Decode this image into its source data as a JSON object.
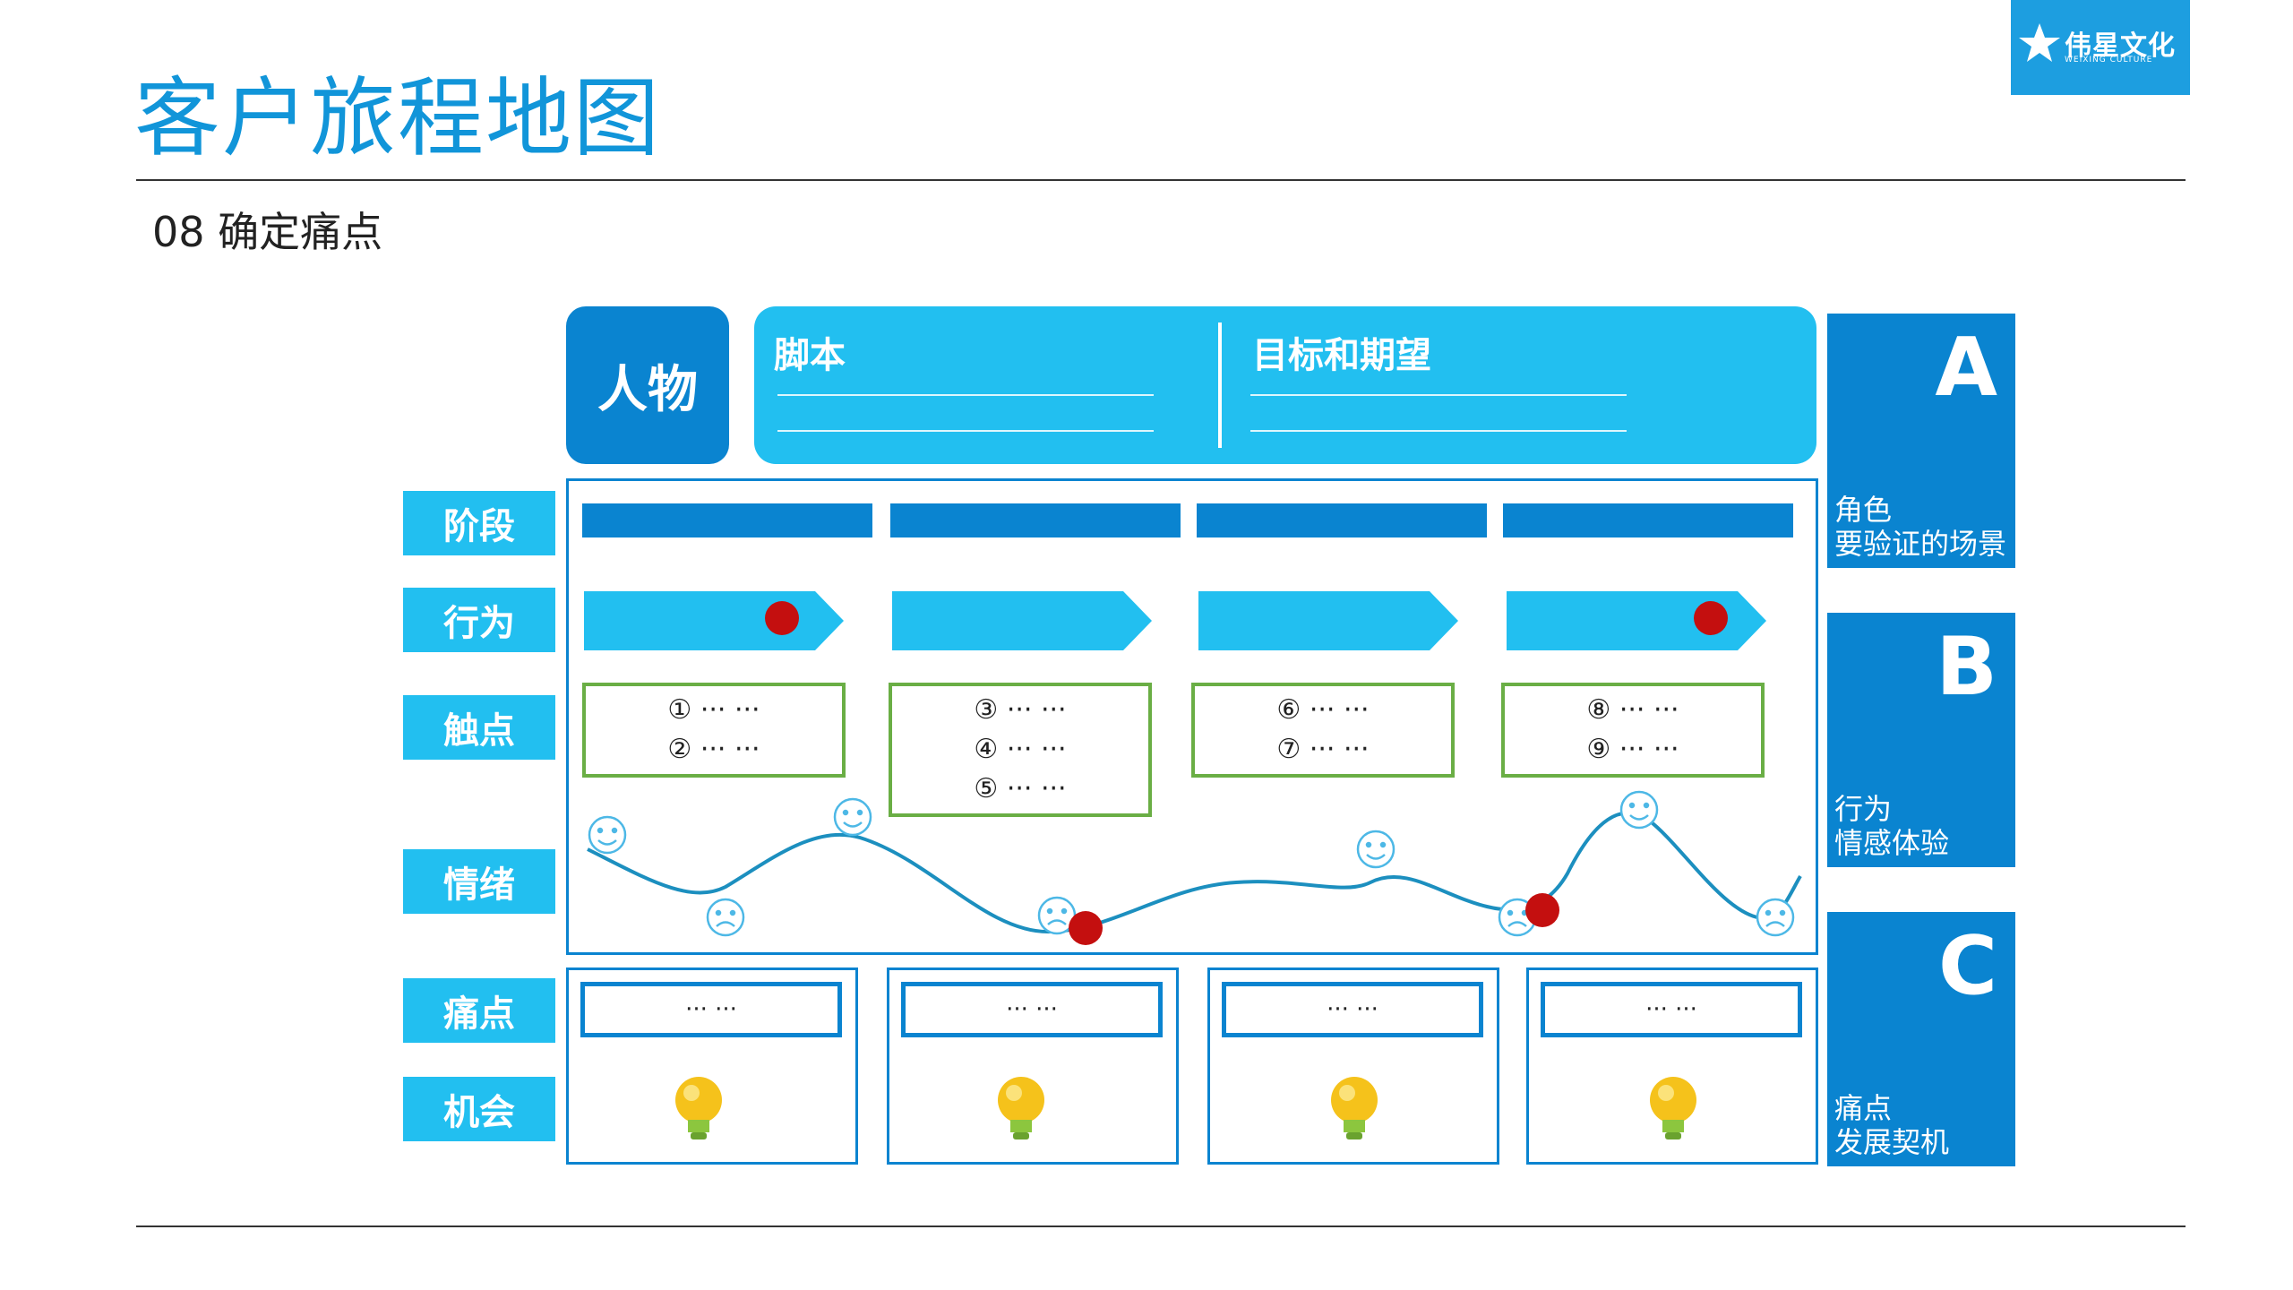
{
  "header": {
    "title": "客户旅程地图",
    "subtitle": "08 确定痛点",
    "logo_name": "伟星文化",
    "logo_en": "WEIXING CULTURE"
  },
  "top": {
    "person": "人物",
    "script": "脚本",
    "goals": "目标和期望"
  },
  "rows": {
    "stage": "阶段",
    "behavior": "行为",
    "touchpoint": "触点",
    "emotion": "情绪",
    "pain": "痛点",
    "opportunity": "机会"
  },
  "touchpoints": [
    [
      "① ··· ···",
      "② ··· ···"
    ],
    [
      "③ ··· ···",
      "④ ··· ···",
      "⑤ ··· ···"
    ],
    [
      "⑥ ··· ···",
      "⑦ ··· ···"
    ],
    [
      "⑧ ··· ···",
      "⑨ ··· ···"
    ]
  ],
  "pains": [
    "··· ···",
    "··· ···",
    "··· ···",
    "··· ···"
  ],
  "side": [
    {
      "letter": "A",
      "line1": "角色",
      "line2": "要验证的场景"
    },
    {
      "letter": "B",
      "line1": "行为",
      "line2": "情感体验"
    },
    {
      "letter": "C",
      "line1": "痛点",
      "line2": "发展契机"
    }
  ],
  "colors": {
    "dark_blue": "#0a84d0",
    "light_blue": "#22bff0",
    "title_blue": "#1195d9",
    "green": "#6aae45",
    "red_dot": "#c40f0f",
    "curve": "#1c8fbf"
  },
  "icons": {
    "happy": "smiley-face-icon",
    "sad": "sad-face-icon",
    "idea": "lightbulb-icon",
    "pain_marker": "red-dot"
  }
}
